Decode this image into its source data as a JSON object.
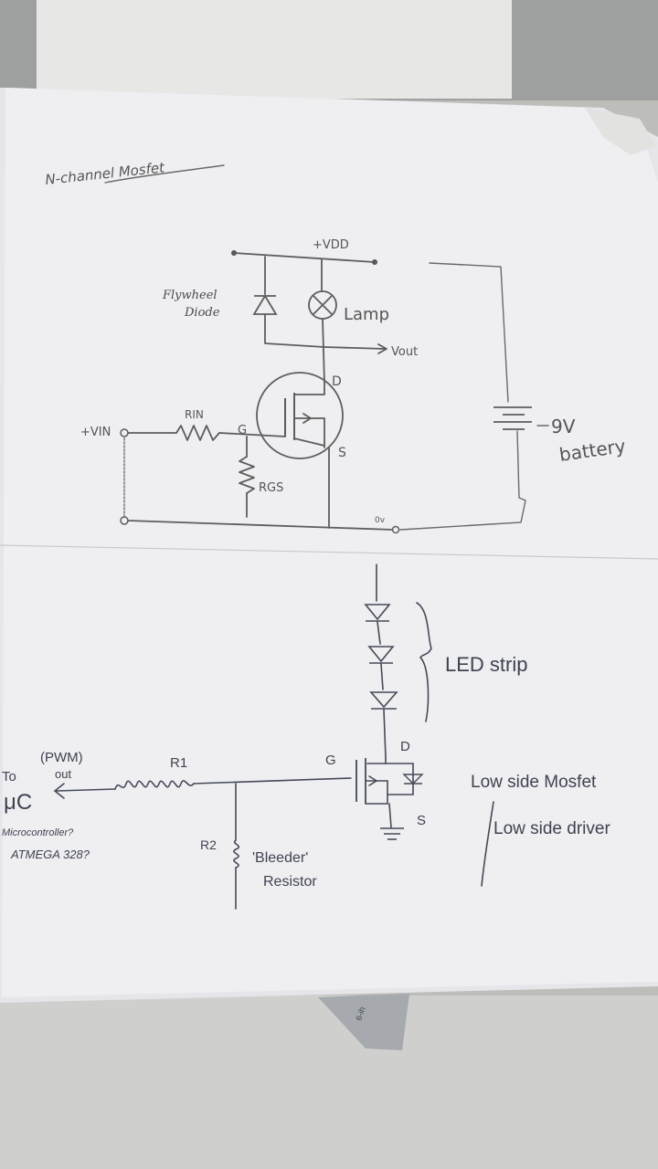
{
  "sheet": {
    "title": "N-channel Mosfet"
  },
  "circuit1": {
    "vdd": "+VDD",
    "flywheel_line1": "Flywheel",
    "flywheel_line2": "Diode",
    "lamp": "Lamp",
    "vout": "Vout",
    "drain": "D",
    "gate": "G",
    "source": "S",
    "vin": "+VIN",
    "rin": "RIN",
    "rgs": "RGS",
    "zero_v": "0v",
    "battery_v": "9V",
    "battery": "battery"
  },
  "circuit2": {
    "led_strip": "LED strip",
    "drain": "D",
    "gate": "G",
    "source": "S",
    "to": "To",
    "uc": "μC",
    "pwm": "(PWM)",
    "out": "out",
    "r1": "R1",
    "r2": "R2",
    "mcu_line1": "Microcontroller?",
    "mcu_line2": "ATMEGA 328?",
    "bleeder_line1": "'Bleeder'",
    "bleeder_line2": "Resistor",
    "low_side_mosfet": "Low side Mosfet",
    "low_side_driver": "Low side driver"
  },
  "ruler": {
    "label": "6-ih"
  }
}
